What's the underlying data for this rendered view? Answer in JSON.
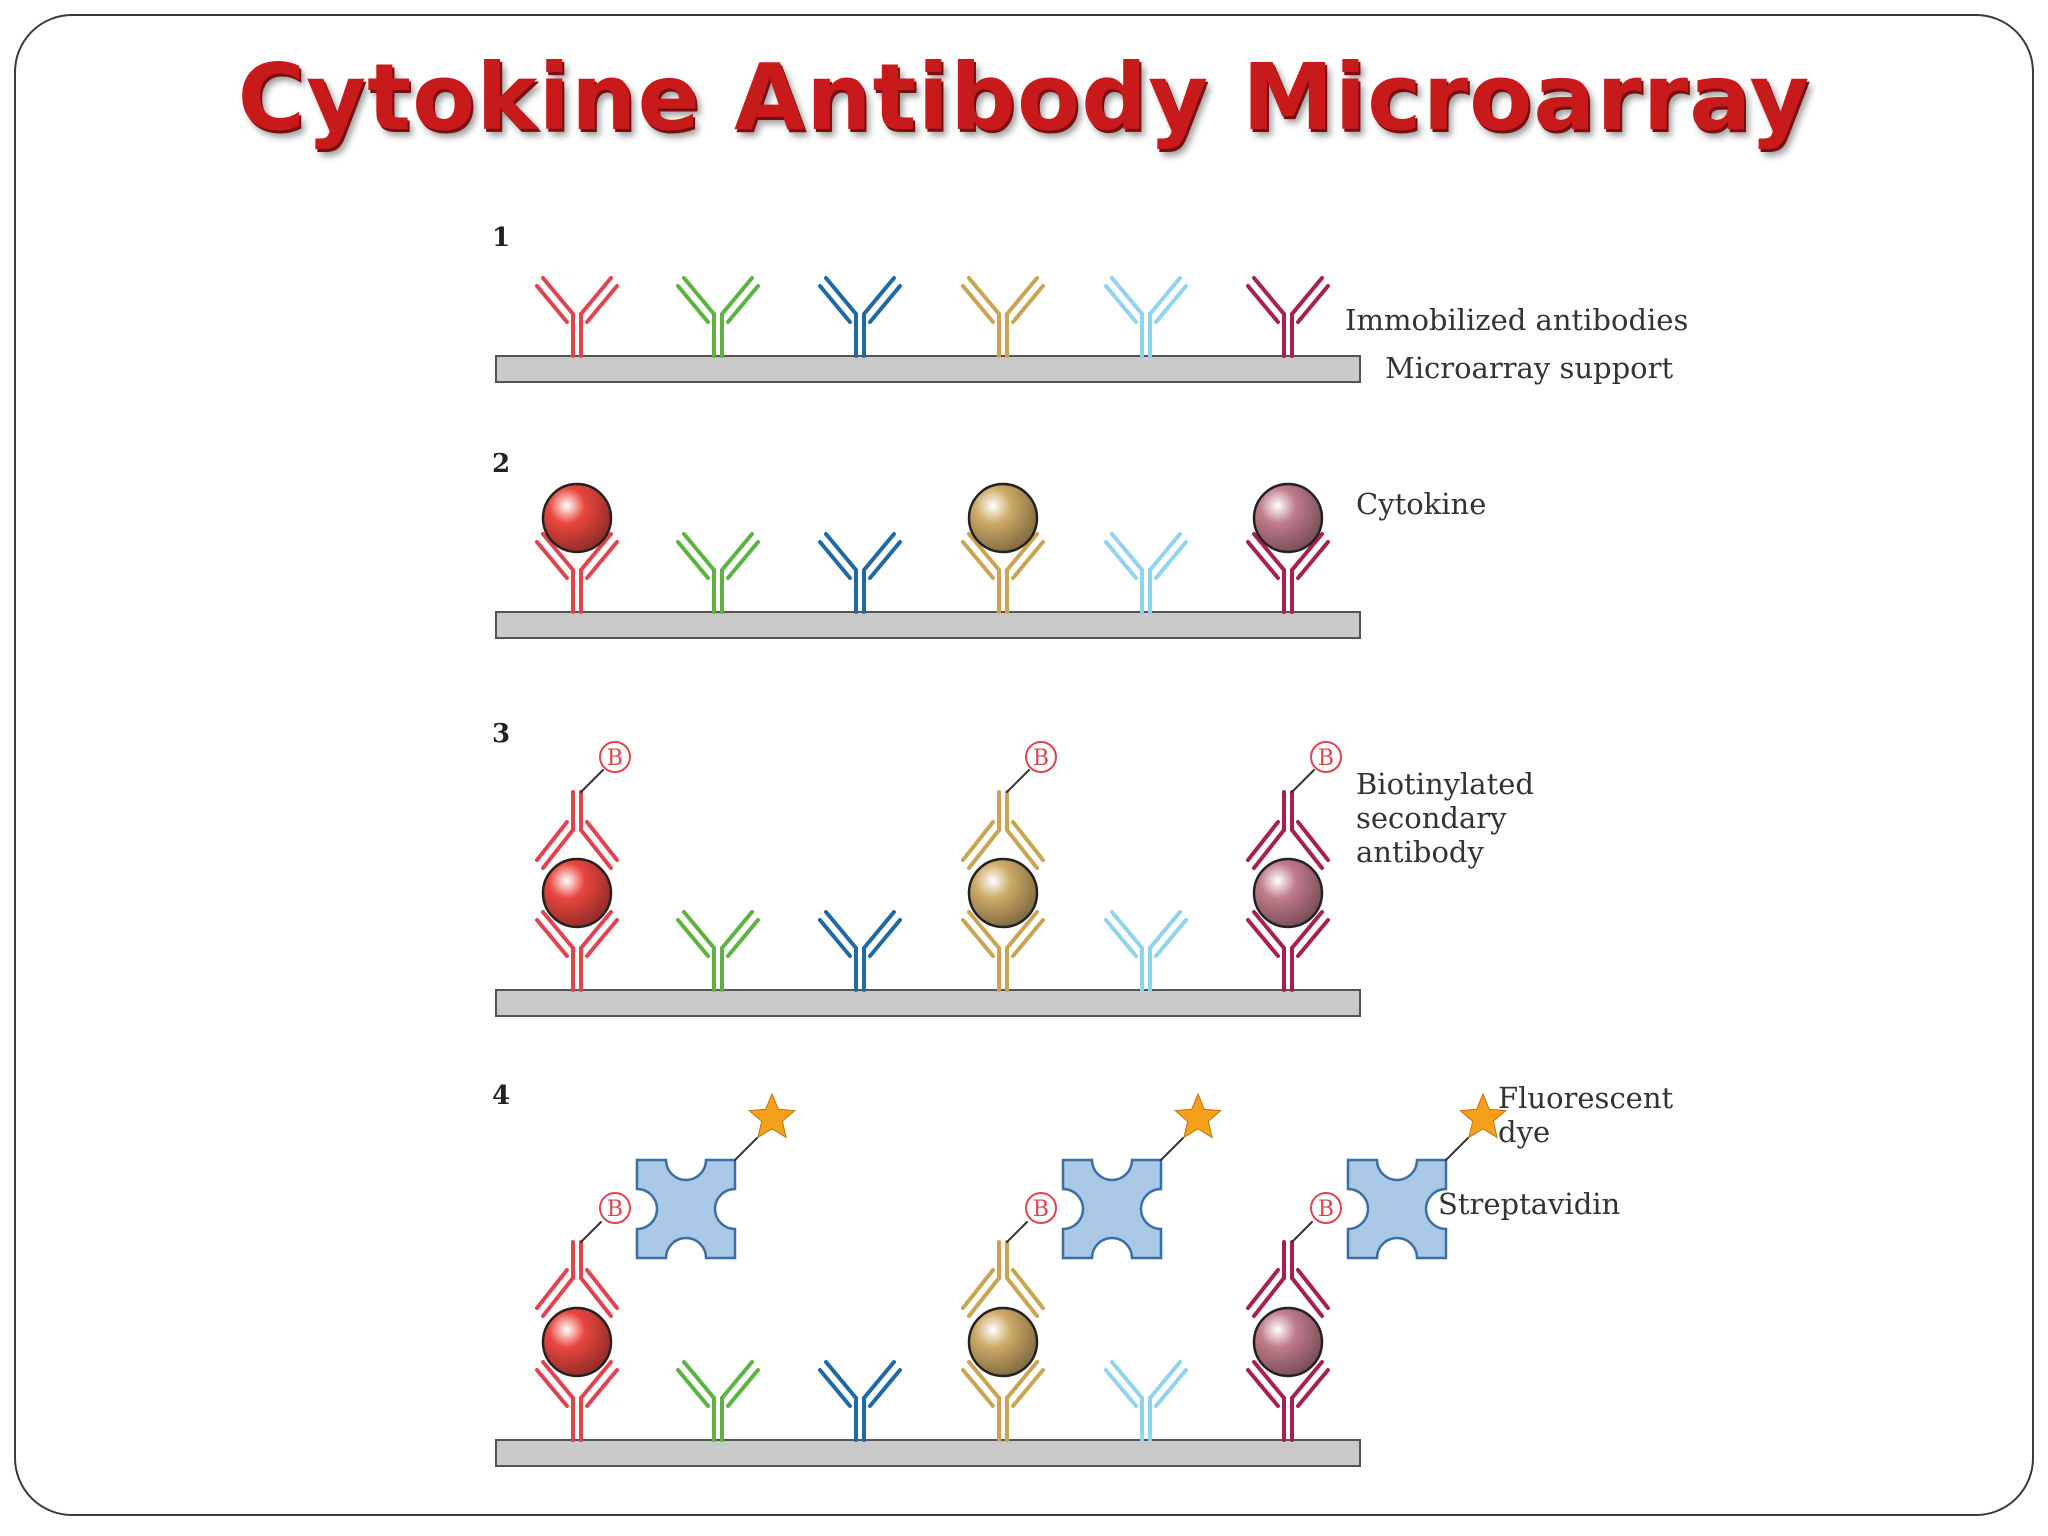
{
  "title": "Cytokine Antibody Microarray",
  "colors": {
    "title": "#c8191b",
    "support": "#c9c9c9",
    "antibodies": [
      "#e0444f",
      "#5cb33f",
      "#1f6aa6",
      "#c9a452",
      "#8fd3ef",
      "#a8204f"
    ],
    "cytokines": [
      "#e9463e",
      "#cdaa67",
      "#c07c8a"
    ],
    "streptavidin": "#a8c8e6",
    "dye": "#f5a01a",
    "biotin": "#e0444f"
  },
  "steps": [
    {
      "number": "1",
      "labels": [
        "Immobilized antibodies",
        "Microarray support"
      ]
    },
    {
      "number": "2",
      "labels": [
        "Cytokine"
      ]
    },
    {
      "number": "3",
      "labels": [
        "Biotinylated",
        "secondary",
        "antibody"
      ]
    },
    {
      "number": "4",
      "labels": [
        "Fluorescent",
        "dye",
        "Streptavidin"
      ]
    }
  ],
  "biotin_label": "B",
  "icons": [
    "antibody-icon",
    "cytokine-icon",
    "biotin-icon",
    "streptavidin-icon",
    "star-icon"
  ]
}
